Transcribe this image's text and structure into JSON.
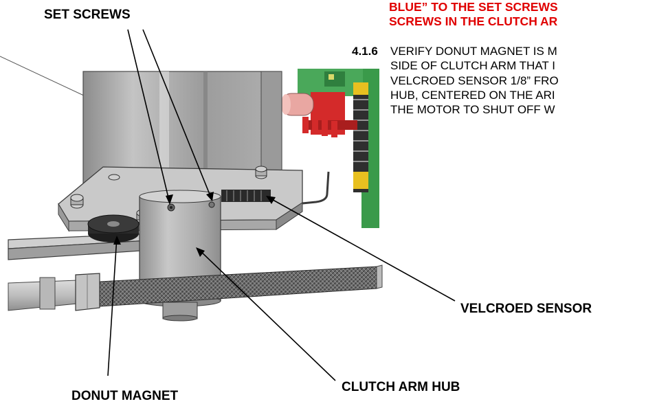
{
  "labels": {
    "set_screws": "SET SCREWS",
    "donut_magnet": "DONUT MAGNET",
    "clutch_arm_hub": "CLUTCH ARM HUB",
    "velcroed_sensor": "VELCROED SENSOR"
  },
  "red_note": {
    "lines": [
      "BLUE” TO THE SET SCREWS",
      "SCREWS IN THE CLUTCH AR"
    ],
    "color": "#e00000"
  },
  "step": {
    "number": "4.1.6",
    "lines": [
      "VERIFY DONUT MAGNET IS M",
      "SIDE OF CLUTCH ARM THAT I",
      "VELCROED SENSOR 1/8” FRO",
      "HUB, CENTERED ON THE ARI",
      "THE MOTOR TO SHUT OFF W"
    ]
  },
  "colors": {
    "circuit_board": "#3a9a4a",
    "connector_red": "#d42a2a",
    "connector_yellow": "#e8c020",
    "capacitor_pink": "#e9a7a2",
    "metal_gray": "#b9b9b9"
  }
}
